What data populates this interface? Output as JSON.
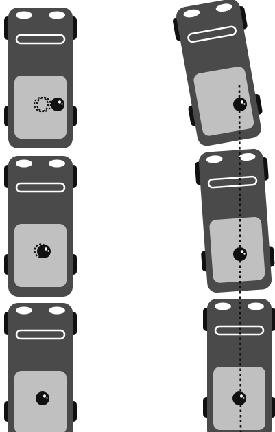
{
  "colors": {
    "background": "#ffffff",
    "tire": "#111111",
    "body": "#4a4a4a",
    "bed": "#c0c0c0",
    "outline": "#ffffff",
    "headlight": "#ffffff",
    "ball": "#111111",
    "ghost": "#111111",
    "path": "#111111"
  },
  "columns": [
    {
      "id": "left",
      "vehicles": [
        {
          "label": "",
          "ghost": "right-of-center",
          "rotation_deg": 0
        },
        {
          "label": "",
          "ghost": "slightly-left",
          "rotation_deg": 0
        },
        {
          "label": "",
          "ghost": "none",
          "rotation_deg": 0
        }
      ]
    },
    {
      "id": "right",
      "vehicles": [
        {
          "label": "",
          "ghost": "none",
          "rotation_deg": -10
        },
        {
          "label": "",
          "ghost": "none",
          "rotation_deg": -4
        },
        {
          "label": "",
          "ghost": "none",
          "rotation_deg": 0
        }
      ],
      "dotted_path": true
    }
  ]
}
